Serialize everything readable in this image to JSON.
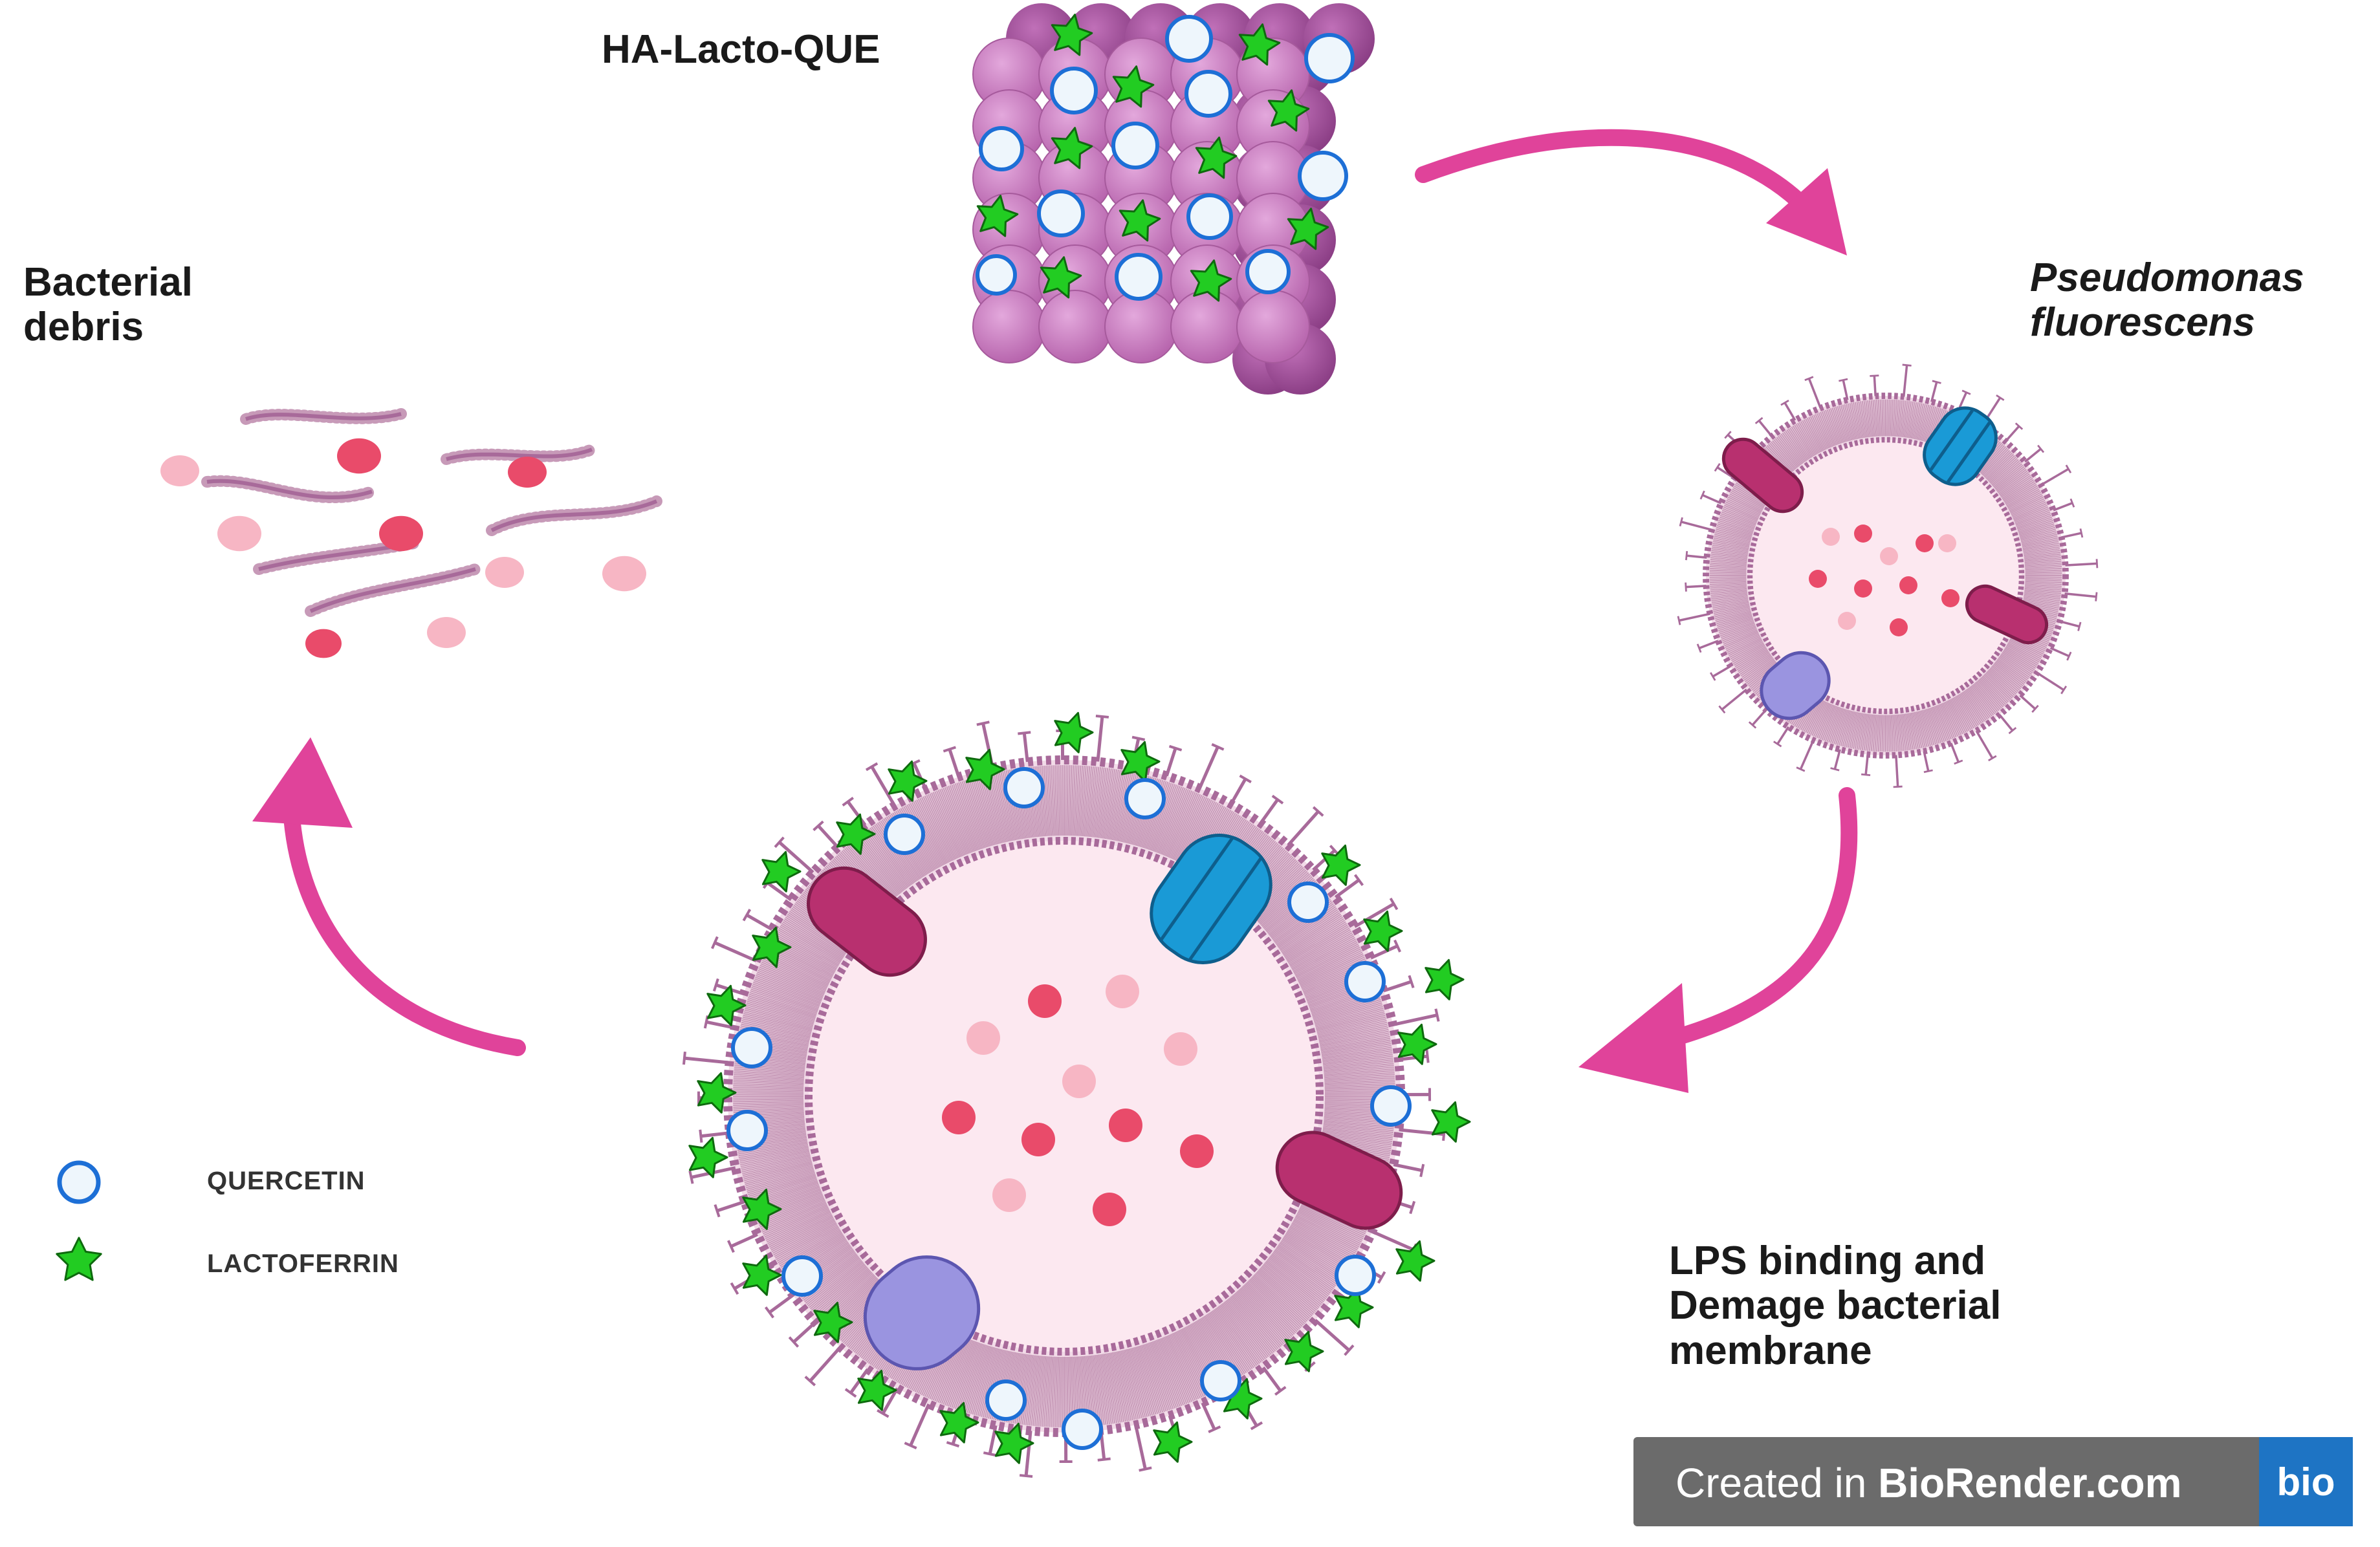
{
  "labels": {
    "ha_lacto_que": "HA-Lacto-QUE",
    "pseudomonas": "Pseudomonas\nfluorescens",
    "bacterial_debris": "Bacterial\ndebris",
    "lps_binding": "LPS binding and\nDemage bacterial\nmembrane"
  },
  "legend": [
    {
      "label": "QUERCETIN",
      "icon": "quercetin-circle-icon"
    },
    {
      "label": "LACTOFERRIN",
      "icon": "lactoferrin-star-icon"
    }
  ],
  "watermark": {
    "prefix": "Created in ",
    "brand": "BioRender.com",
    "logo": "bio"
  },
  "colors": {
    "arrow": "#e0439a",
    "quercetin_fill": "#eef6fc",
    "quercetin_stroke": "#1d6fd6",
    "lactoferrin": "#22cc22",
    "cube": "#c97bc2",
    "membrane": "#a86a9a",
    "cell_interior": "#fce8f0",
    "red_dot": "#e94b6a",
    "pink_dot": "#f7b6c4",
    "blue_protein": "#1a9ad6",
    "magenta_protein": "#b8306f",
    "purple_protein": "#9a94e0"
  }
}
